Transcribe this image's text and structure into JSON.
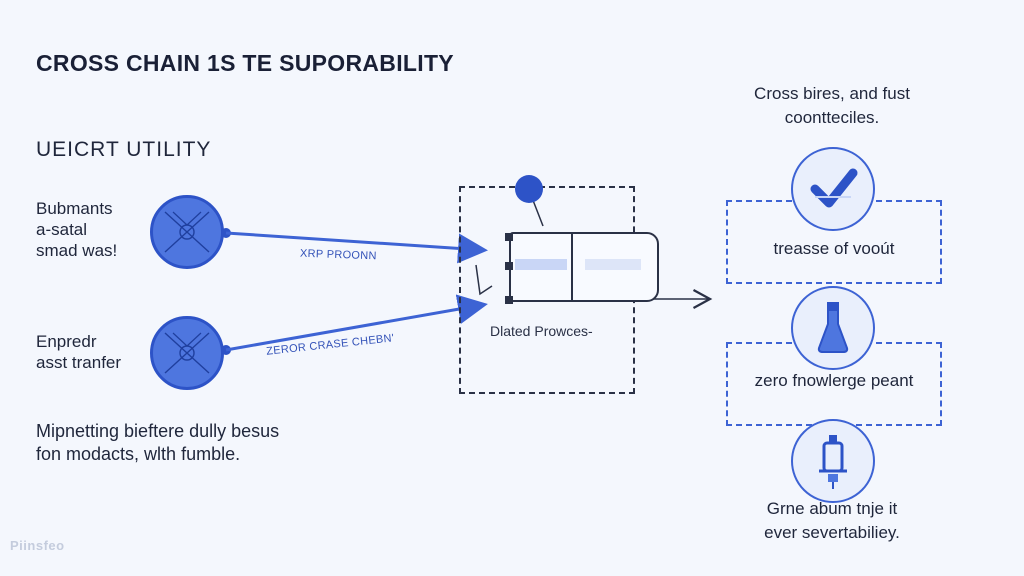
{
  "title": "CROSS CHAIN 1S TE SUPORABILITY",
  "subtitle": "UEICRT UTILITY",
  "left_items": [
    {
      "lines": [
        "Bubmants",
        "a-satal",
        "smad was!"
      ]
    },
    {
      "lines": [
        "Enpredr",
        "asst tranfer"
      ]
    }
  ],
  "bottom_text": [
    "Mipnetting bieftere dully besus",
    "fon modacts, wlth fumble."
  ],
  "arrows": [
    {
      "label": "XRP PROONN"
    },
    {
      "label": "ZEROR CRASE CHEBN'"
    }
  ],
  "process": {
    "label": "Dlated Prowces-"
  },
  "right_top_text": [
    "Cross bires, and fust",
    "coontteciles."
  ],
  "features": [
    {
      "icon": "checkmark-icon",
      "label": "treasse of vooút"
    },
    {
      "icon": "flask-icon",
      "label": "zero fnowlerge peant"
    },
    {
      "icon": "vial-icon",
      "label": ""
    }
  ],
  "right_bottom_text": [
    "Grne abum tnje it",
    "ever severtabiliey."
  ],
  "watermark": "Piinsfeo",
  "colors": {
    "accent": "#3d63d4",
    "node_fill": "#4e76df",
    "background": "#f4f7fd",
    "text": "#1f263b"
  }
}
